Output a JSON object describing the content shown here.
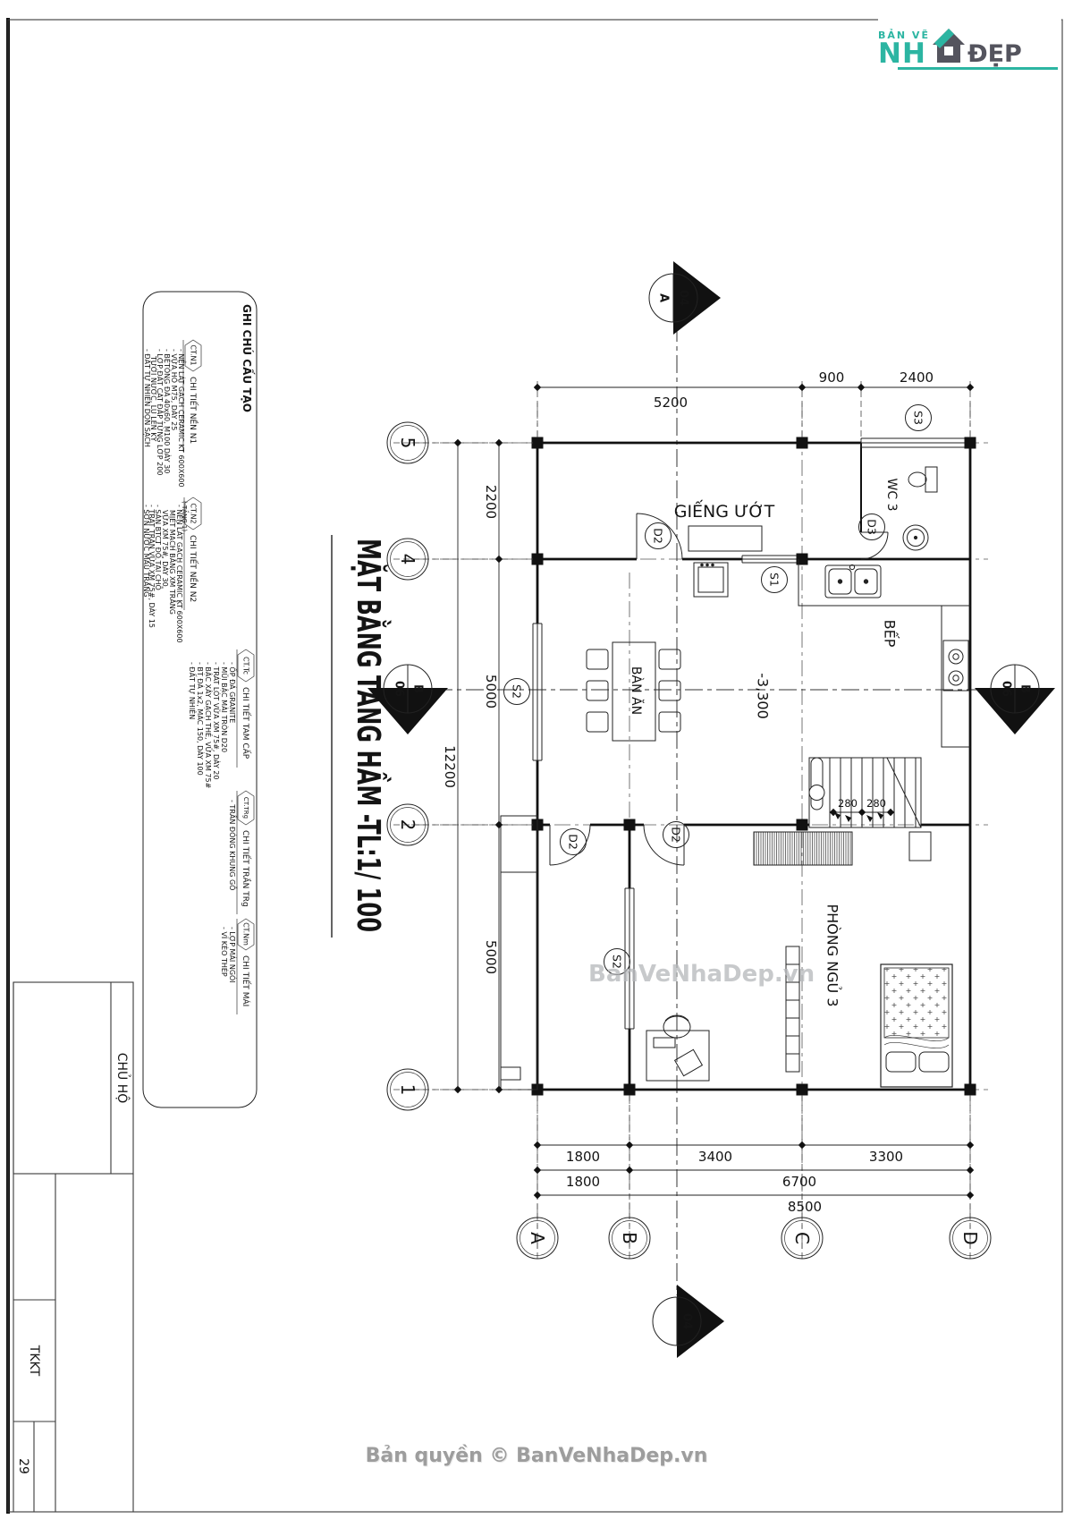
{
  "logo": {
    "top_text": "BẢN VẼ",
    "nh": "NH",
    "dep": "ĐẸP"
  },
  "watermark": "BanVeNhaDep.vn",
  "copyright": "Bản quyền © BanVeNhaDep.vn",
  "title_block": {
    "owner": "CHỦ HỘ",
    "design": "TKKT",
    "sheet_no": "29"
  },
  "drawing": {
    "title": "MẶT BẰNG TẦNG HẦM -TL:1/ 100"
  },
  "notes": {
    "title": "GHI CHÚ CẤU TẠO",
    "sections": [
      {
        "tag": "CT.N1",
        "heading": "CHI TIẾT NỀN N1",
        "sub": "",
        "items": [
          "- NỀN LÁT GẠCH CERAMIC KT 600X600",
          "- VỮA HỒ M75, DÀY 25",
          "- BÊTÔNG ĐÁ 40x60, M100 DÀY 30",
          "- LỚP ĐẤT CÁT ĐẮP TỪNG LỚP 200",
          "TƯỚI NƯỚC, LU LÈN KỸ",
          "- ĐẤT TỰ NHIÊN DỌN SẠCH"
        ]
      },
      {
        "tag": "CT.N2",
        "heading": "CHI TIẾT NỀN N2",
        "sub": "( TẦNG 1)",
        "items": [
          "- NỀN LÁT GẠCH CERAMIC KT 600X600",
          "MIẾT MẠCH BẰNG XM TRẮNG",
          "VỮA XM 75#, DÀY 30",
          "- SÀN BTCT ĐỔ TẠI CHỖ",
          "- TRÁT TRẦN VỮA XM 75#, DÀY 15",
          "- SƠN NƯỚC MÀU TRẮNG"
        ]
      },
      {
        "tag": "CT.Tc",
        "heading": "CHI TIẾT TAM CẤP",
        "sub": "",
        "items": [
          "- ỐP ĐÁ GRANITE",
          "- MŨI BẬC MÀI TRÒN D20",
          "- TRÁT LÓT VỮA XM 75#, DÀY 20",
          "- BẬC XÂY GẠCH THẺ, VỮA XM 75#",
          "- BT ĐÁ 1x2, MÁC 150, DÀY 100",
          "- ĐẤT TỰ NHIÊN"
        ]
      },
      {
        "tag": "CT.TRg",
        "heading": "CHI TIẾT TRẦN TRg",
        "sub": "",
        "items": [
          "- TRẦN ĐÓNG KHUNG GỖ"
        ]
      },
      {
        "tag": "CT.Nm",
        "heading": "CHI TIẾT MÁI",
        "sub": "",
        "items": [
          "- LỢP MÁI NGÓI",
          "- VÌ KÈO THÉP"
        ]
      }
    ]
  },
  "plan": {
    "rooms": {
      "wet_area": "GIẾNG ƯỚT",
      "wc": "WC 3",
      "kitchen": "BẾP",
      "dining": "BÀN ĂN",
      "bedroom": "PHÒNG NGỦ 3",
      "level": "-3,300"
    },
    "tags": {
      "d2": "D2",
      "d3": "D3",
      "s1": "S1",
      "s2": "S2",
      "s3": "S3"
    },
    "stair_dims": [
      "280",
      "280"
    ],
    "grid": {
      "cols": [
        "A",
        "B",
        "C",
        "D"
      ],
      "rows": [
        "5",
        "4",
        "2",
        "1"
      ]
    },
    "section_markers": {
      "num_04": "04",
      "letter_a": "A",
      "num_06": "06",
      "letter_b": "B"
    },
    "dims": {
      "top": [
        "5200",
        "900",
        "2400"
      ],
      "left": [
        "2200",
        "5000",
        "5000"
      ],
      "left_total": "12200",
      "bottom_r1": [
        "1800",
        "3400",
        "3300"
      ],
      "bottom_r2": [
        "1800",
        "6700"
      ],
      "bottom_total": "8500"
    }
  },
  "colors": {
    "teal": "#2cb5a2",
    "dark": "#54545e",
    "line": "#141414",
    "watermark": "#b5b7ba"
  }
}
